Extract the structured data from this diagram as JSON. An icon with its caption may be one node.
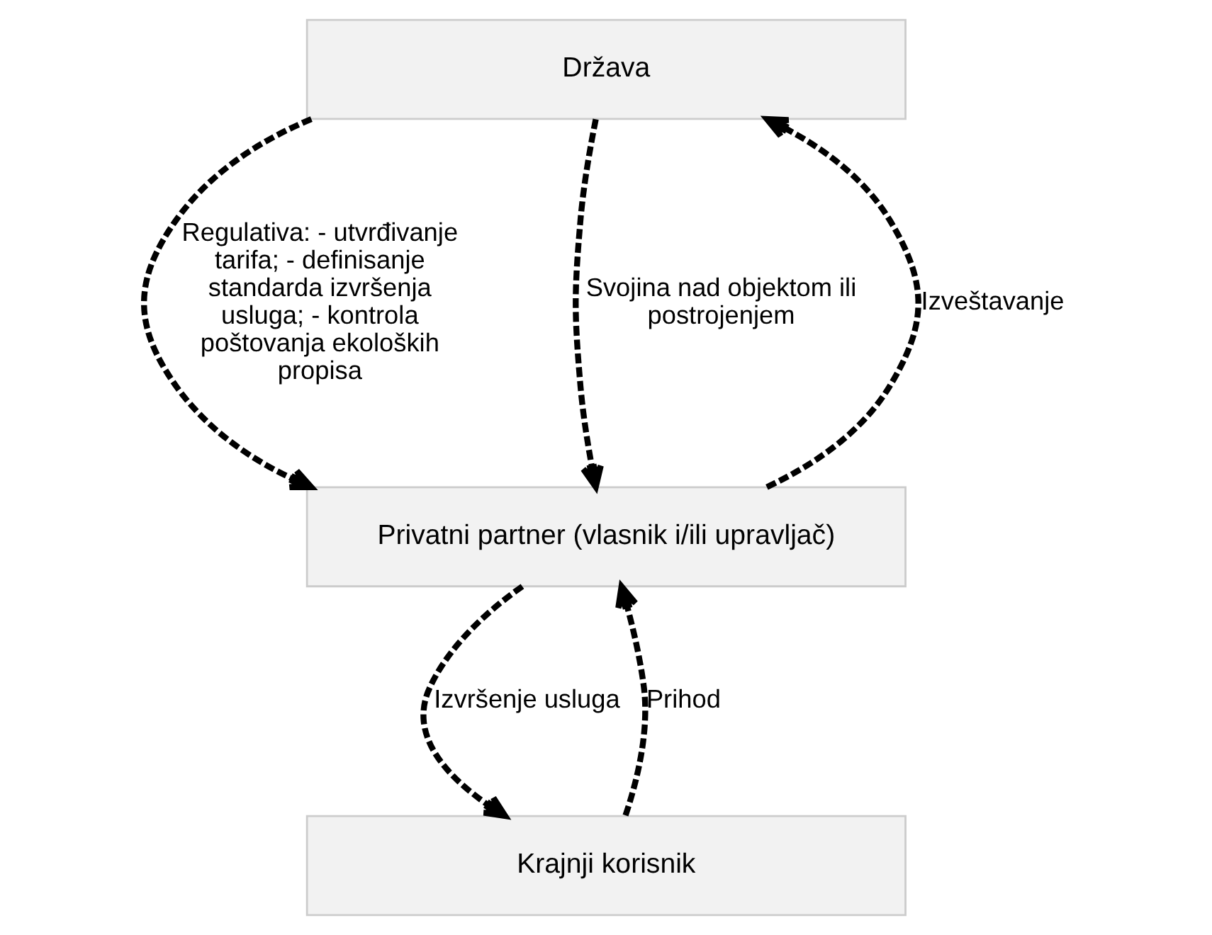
{
  "diagram": {
    "nodes": [
      {
        "text": [
          "Država"
        ]
      },
      {
        "text": [
          "Privatni partner (vlasnik i/ili upravljač)"
        ]
      },
      {
        "text": [
          "Krajnji korisnik"
        ]
      }
    ],
    "edges": [
      {
        "from": 0,
        "to": 1,
        "arrow": "to",
        "style": "dashed",
        "label": "Regulativa: - utvrđivanje tarifa; - definisanje standarda izvršenja usluga; - kontrola poštovanja ekoloških propisa"
      },
      {
        "from": 1,
        "to": 0,
        "arrow": "to",
        "style": "dashed",
        "label": "Izveštavanje"
      },
      {
        "from": 0,
        "to": 1,
        "arrow": "to",
        "style": "dashed",
        "label": "Svojina nad objektom ili postrojenjem"
      },
      {
        "from": 1,
        "to": 2,
        "arrow": "to",
        "style": "dashed",
        "label": "Izvršenje usluga"
      },
      {
        "from": 2,
        "to": 1,
        "arrow": "to",
        "style": "dashed",
        "label": "Prihod"
      }
    ]
  }
}
